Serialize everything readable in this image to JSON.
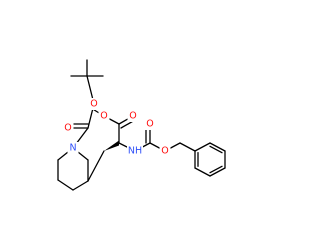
{
  "structure": {
    "colors": {
      "bond": "#000000",
      "oxygen": "#ff0d0d",
      "nitrogen": "#3050f8",
      "background": "#ffffff"
    },
    "atoms": {
      "o_ester_carbonyl": {
        "symbol": "O",
        "element": "oxygen"
      },
      "o_ester_methoxy": {
        "symbol": "O",
        "element": "oxygen"
      },
      "o_boc_ether": {
        "symbol": "O",
        "element": "oxygen"
      },
      "o_boc_carbonyl": {
        "symbol": "O",
        "element": "oxygen"
      },
      "o_cbz_carbonyl": {
        "symbol": "O",
        "element": "oxygen"
      },
      "o_cbz_ether": {
        "symbol": "O",
        "element": "oxygen"
      },
      "n_piperidine": {
        "symbol": "N",
        "element": "nitrogen"
      },
      "nh_carbamate": {
        "symbol": "NH",
        "element": "nitrogen"
      }
    },
    "stereo": {
      "alpha_carbon_wedge": "bold"
    }
  }
}
